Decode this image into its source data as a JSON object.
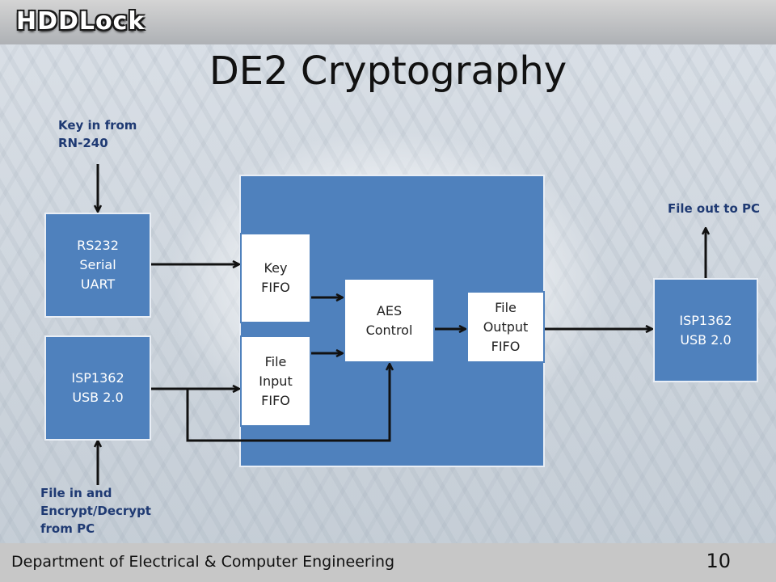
{
  "header": {
    "logo_text": "HDDLock"
  },
  "slide": {
    "title": "DE2 Cryptography"
  },
  "diagram": {
    "rs232": "RS232\nSerial\nUART",
    "usb_in": "ISP1362\nUSB 2.0",
    "key_fifo": "Key\nFIFO",
    "file_input_fifo": "File\nInput\nFIFO",
    "aes_control": "AES\nControl",
    "file_output_fifo": "File\nOutput\nFIFO",
    "usb_out": "ISP1362\nUSB 2.0",
    "label_key_in": "Key in from\nRN-240",
    "label_file_out": "File out to PC",
    "label_file_in": "File in and\nEncrypt/Decrypt\nfrom PC"
  },
  "footer": {
    "department": "Department of Electrical & Computer Engineering",
    "page_number": "10"
  },
  "colors": {
    "box_blue": "#4f81bd",
    "label_navy": "#1f3a73",
    "bar_gray": "#c7c7c7"
  }
}
